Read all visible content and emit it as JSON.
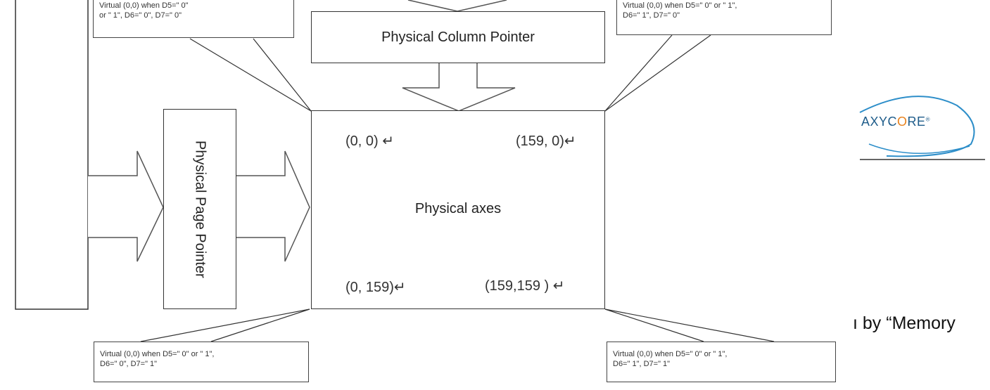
{
  "callouts": {
    "top_left": [
      "Virtual (0,0) when D5=\"  0\"",
      "or \"  1\", D6=\"  0\", D7=\"  0\""
    ],
    "top_right": [
      "Virtual (0,0) when D5=\"  0\" or \"  1\",",
      "D6=\"  1\", D7=\"  0\""
    ],
    "bottom_left": [
      "Virtual (0,0) when D5=\"  0\" or \"  1\",",
      "D6=\"  0\", D7=\"  1\""
    ],
    "bottom_right": [
      "Virtual (0,0) when D5=\"  0\" or \"  1\",",
      "D6=\"  1\", D7=\"  1\""
    ]
  },
  "column_pointer_label": "Physical Column Pointer",
  "page_pointer_label": "Physical Page Pointer",
  "axes": {
    "label": "Physical axes",
    "top_left": "(0,  0) ↵",
    "top_right": "(159, 0)↵",
    "bottom_left": "(0, 159)↵",
    "bottom_right": "(159,159  ) ↵"
  },
  "logo": {
    "text": "AXYC",
    "o": "O",
    "text_end": "RE",
    "reg": "®"
  },
  "caption": "ı by “Memory"
}
